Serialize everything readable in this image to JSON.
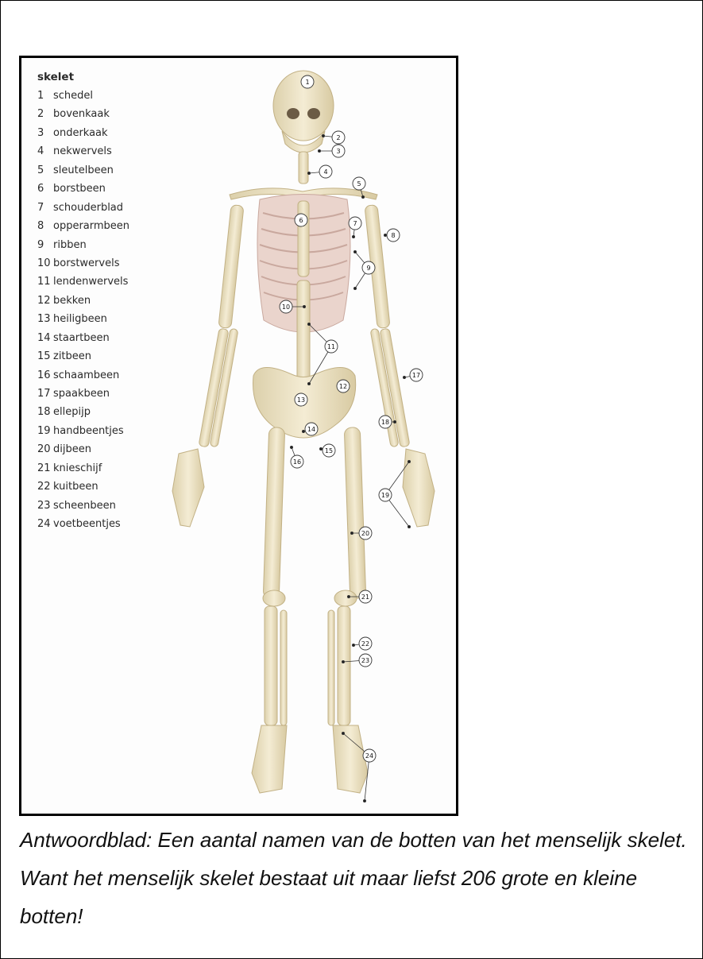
{
  "legend": {
    "title": "skelet",
    "items": [
      {
        "num": "1",
        "name": "schedel"
      },
      {
        "num": "2",
        "name": "bovenkaak"
      },
      {
        "num": "3",
        "name": "onderkaak"
      },
      {
        "num": "4",
        "name": "nekwervels"
      },
      {
        "num": "5",
        "name": "sleutelbeen"
      },
      {
        "num": "6",
        "name": "borstbeen"
      },
      {
        "num": "7",
        "name": "schouderblad"
      },
      {
        "num": "8",
        "name": "opperarmbeen"
      },
      {
        "num": "9",
        "name": "ribben"
      },
      {
        "num": "10",
        "name": "borstwervels"
      },
      {
        "num": "11",
        "name": "lendenwervels"
      },
      {
        "num": "12",
        "name": "bekken"
      },
      {
        "num": "13",
        "name": "heiligbeen"
      },
      {
        "num": "14",
        "name": "staartbeen"
      },
      {
        "num": "15",
        "name": "zitbeen"
      },
      {
        "num": "16",
        "name": "schaambeen"
      },
      {
        "num": "17",
        "name": "spaakbeen"
      },
      {
        "num": "18",
        "name": "ellepijp"
      },
      {
        "num": "19",
        "name": "handbeentjes"
      },
      {
        "num": "20",
        "name": "dijbeen"
      },
      {
        "num": "21",
        "name": "knieschijf"
      },
      {
        "num": "22",
        "name": "kuitbeen"
      },
      {
        "num": "23",
        "name": "scheenbeen"
      },
      {
        "num": "24",
        "name": "voetbeentjes"
      }
    ]
  },
  "callouts": [
    "1",
    "2",
    "3",
    "4",
    "5",
    "6",
    "7",
    "8",
    "9",
    "10",
    "11",
    "12",
    "13",
    "14",
    "15",
    "16",
    "17",
    "18",
    "19",
    "20",
    "21",
    "22",
    "23",
    "24"
  ],
  "colors": {
    "bone": "#efe6c9",
    "bone_edge": "#c9b98e",
    "ribs": "#e6c9c2",
    "leader": "#333333"
  },
  "caption": "Antwoordblad: Een aantal namen van de botten van het menselijk skelet. Want het menselijk skelet bestaat uit maar liefst 206 grote en kleine botten!"
}
